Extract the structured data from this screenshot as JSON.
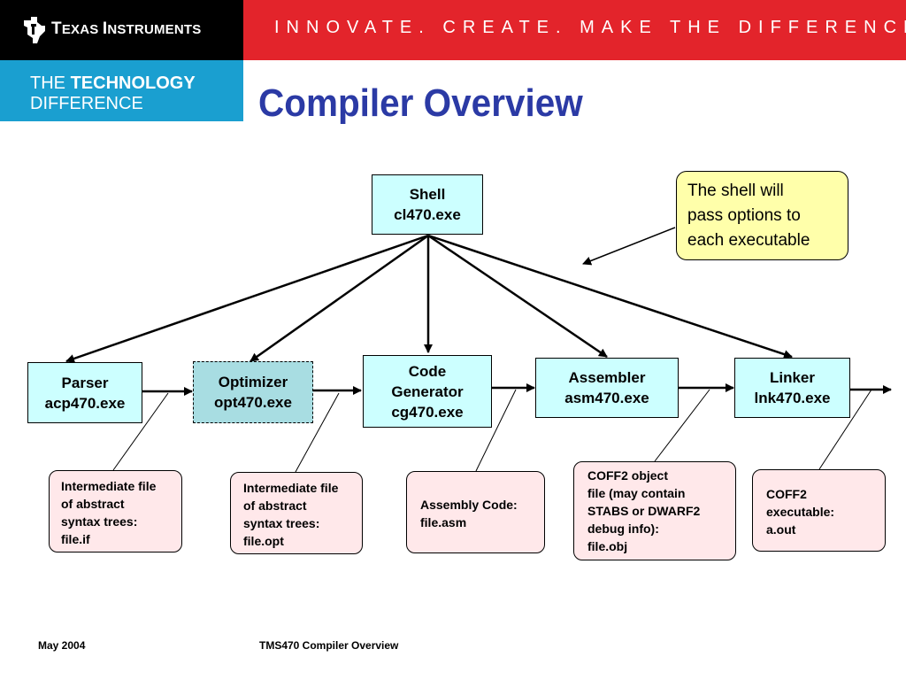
{
  "header": {
    "logo_part1": "T",
    "logo_part2": "EXAS ",
    "logo_part3": "I",
    "logo_part4": "NSTRUMENTS",
    "tagline": "INNOVATE. CREATE. MAKE THE DIFFERENCE.",
    "tagline_mark": "™",
    "side_line1_a": "THE ",
    "side_line1_b": "TECHNOLOGY",
    "side_line2": "DIFFERENCE"
  },
  "title": "Compiler Overview",
  "diagram": {
    "shell": {
      "line1": "Shell",
      "line2": "cl470.exe"
    },
    "callout": {
      "line1": "The shell will",
      "line2": "pass options to",
      "line3": "each executable"
    },
    "parser": {
      "line1": "Parser",
      "line2": "acp470.exe"
    },
    "optimizer": {
      "line1": "Optimizer",
      "line2": "opt470.exe"
    },
    "codegen": {
      "line1": "Code",
      "line2": "Generator",
      "line3": "cg470.exe"
    },
    "assembler": {
      "line1": "Assembler",
      "line2": "asm470.exe"
    },
    "linker": {
      "line1": "Linker",
      "line2": "lnk470.exe"
    },
    "notes": [
      {
        "lines": [
          "Intermediate file",
          "of abstract",
          "syntax trees:",
          "file.if"
        ]
      },
      {
        "lines": [
          "Intermediate file",
          "of abstract",
          "syntax trees:",
          "file.opt"
        ]
      },
      {
        "lines": [
          "Assembly Code:",
          "file.asm"
        ]
      },
      {
        "lines": [
          "COFF2 object",
          "file (may contain",
          "STABS or DWARF2",
          "debug info):",
          "file.obj"
        ]
      },
      {
        "lines": [
          "COFF2",
          "executable:",
          "a.out"
        ]
      }
    ]
  },
  "footer": {
    "date": "May 2004",
    "doc_title": "TMS470 Compiler Overview"
  }
}
